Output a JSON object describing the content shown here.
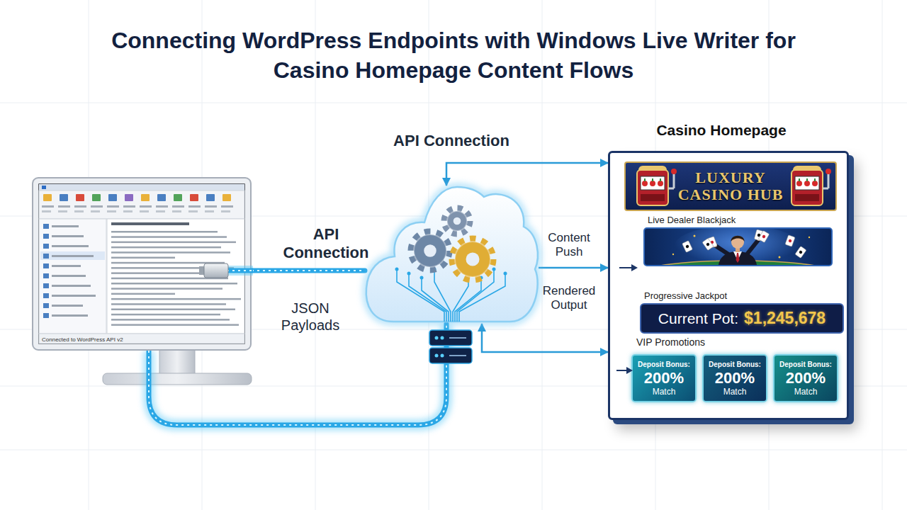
{
  "diagram": {
    "title": "Connecting WordPress Endpoints with Windows Live Writer for Casino Homepage Content Flows",
    "nodes": [
      {
        "text": [
          "Connected to WordPress API v2"
        ]
      },
      {
        "text": []
      },
      {
        "text": [
          "Casino Homepage"
        ]
      },
      {
        "text": [
          "LUXURY CASINO HUB"
        ],
        "in": 2
      },
      {
        "text": [
          "Live Dealer Blackjack"
        ],
        "in": 2
      },
      {
        "text": [
          "Progressive Jackpot",
          "Current Pot:",
          "$1,245,678"
        ],
        "in": 2
      },
      {
        "text": [
          "Deposit Bonus:",
          "200%",
          "Match"
        ],
        "in": 2
      },
      {
        "text": [
          "Deposit Bonus:",
          "200%",
          "Match"
        ],
        "in": 2
      },
      {
        "text": [
          "Deposit Bonus:",
          "200%",
          "Match"
        ],
        "in": 2
      }
    ],
    "edges": [
      {
        "from": 0,
        "to": 1,
        "label": "API Connection",
        "arrow": "none"
      },
      {
        "from": 0,
        "to": 1,
        "arrow": "none"
      },
      {
        "from": 1,
        "to": 2,
        "label": "API Connection",
        "arrow": "both"
      },
      {
        "from": 1,
        "to": 2,
        "label": "Content Push",
        "arrow": "to"
      },
      {
        "from": 1,
        "to": 2,
        "label": "Rendered Output",
        "arrow": "both"
      }
    ],
    "labels": [
      "JSON Payloads",
      "VIP Promotions"
    ]
  }
}
